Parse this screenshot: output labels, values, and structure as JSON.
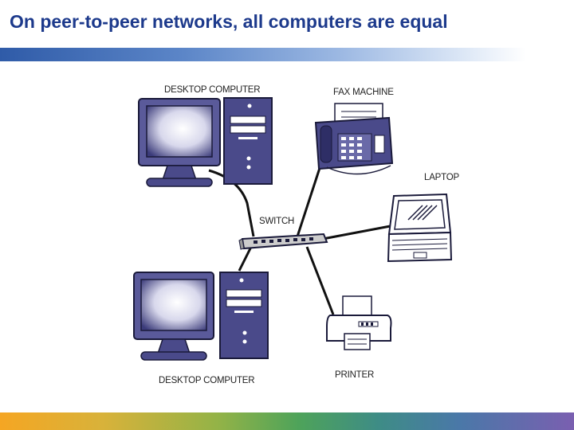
{
  "slide": {
    "title": "On peer-to-peer networks, all computers are equal"
  },
  "diagram": {
    "labels": {
      "desktop_top": "DESKTOP COMPUTER",
      "fax": "FAX MACHINE",
      "laptop": "LAPTOP",
      "switch": "SWITCH",
      "desktop_bottom": "DESKTOP COMPUTER",
      "printer": "PRINTER"
    }
  },
  "colors": {
    "title": "#1d3a8c",
    "device_fill": "#4a4a8a",
    "device_dark": "#2e2e66",
    "outline": "#1a1a3a"
  }
}
